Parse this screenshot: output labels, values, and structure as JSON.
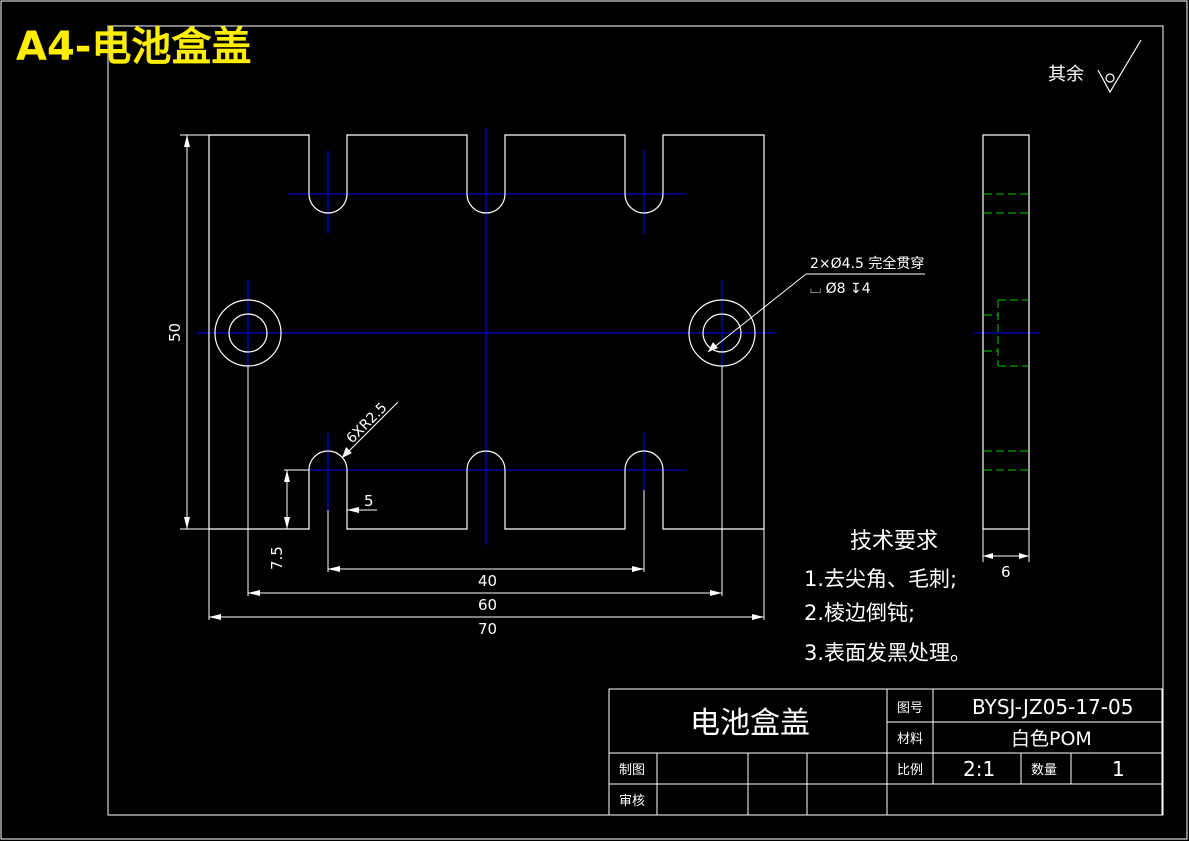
{
  "banner_title": "A4-电池盒盖",
  "surface_note": "其余",
  "callout": {
    "line1": "2×Ø4.5 完全贯穿",
    "line2": "⌴ Ø8 ↧4"
  },
  "dimensions": {
    "height": "50",
    "fillet": "6XR2.5",
    "slot_width": "5",
    "offset": "7.5",
    "span_40": "40",
    "span_60": "60",
    "span_70": "70",
    "thickness": "6"
  },
  "tech_requirements": {
    "heading": "技术要求",
    "items": [
      "1.去尖角、毛刺;",
      "2.棱边倒钝;",
      "3.表面发黑处理。"
    ]
  },
  "title_block": {
    "part_name": "电池盒盖",
    "drawing_no_label": "图号",
    "drawing_no": "BYSJ-JZ05-17-05",
    "material_label": "材料",
    "material": "白色POM",
    "scale_label": "比例",
    "scale": "2:1",
    "qty_label": "数量",
    "qty": "1",
    "drawn_label": "制图",
    "checked_label": "审核"
  },
  "colors": {
    "outline": "#ffffff",
    "centerline": "#0000ff",
    "hidden": "#00cc00",
    "title": "#ffee00"
  }
}
